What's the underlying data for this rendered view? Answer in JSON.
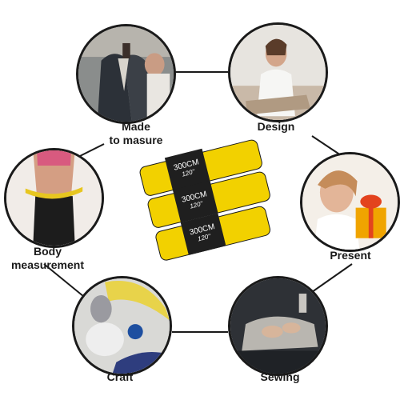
{
  "nodes": [
    {
      "id": "made_to_measure",
      "label": "Made\nto masure",
      "icon": "tailor-suit-image"
    },
    {
      "id": "design",
      "label": "Design",
      "icon": "designer-woman-image"
    },
    {
      "id": "body_measurement",
      "label": "Body\nmeasurement",
      "icon": "waist-measure-image"
    },
    {
      "id": "present",
      "label": "Present",
      "icon": "girl-gift-image"
    },
    {
      "id": "craft",
      "label": "Craft",
      "icon": "craft-tools-image"
    },
    {
      "id": "sewing",
      "label": "Sewing",
      "icon": "sewing-hands-image"
    }
  ],
  "product": {
    "tape_label": "300CM",
    "tape_sub": "120\"",
    "tape_count": 3,
    "colors": {
      "tape": "#f2d100",
      "tag": "#1f1f1f",
      "outline": "#1a1a1a"
    }
  }
}
